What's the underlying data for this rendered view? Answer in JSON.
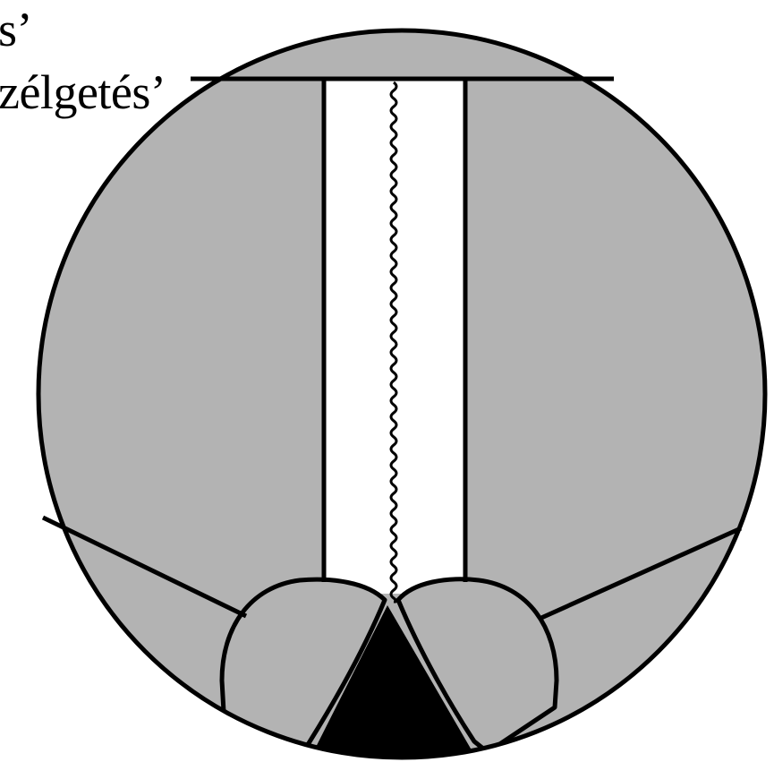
{
  "caption": {
    "line1": "s’",
    "line2": "zélgetés’"
  },
  "colors": {
    "fill": "#b3b3b3",
    "outline": "#000000",
    "opening": "#ffffff",
    "background": "#ffffff"
  },
  "icons": {
    "wavy_line": "zigzag-seam-line"
  }
}
